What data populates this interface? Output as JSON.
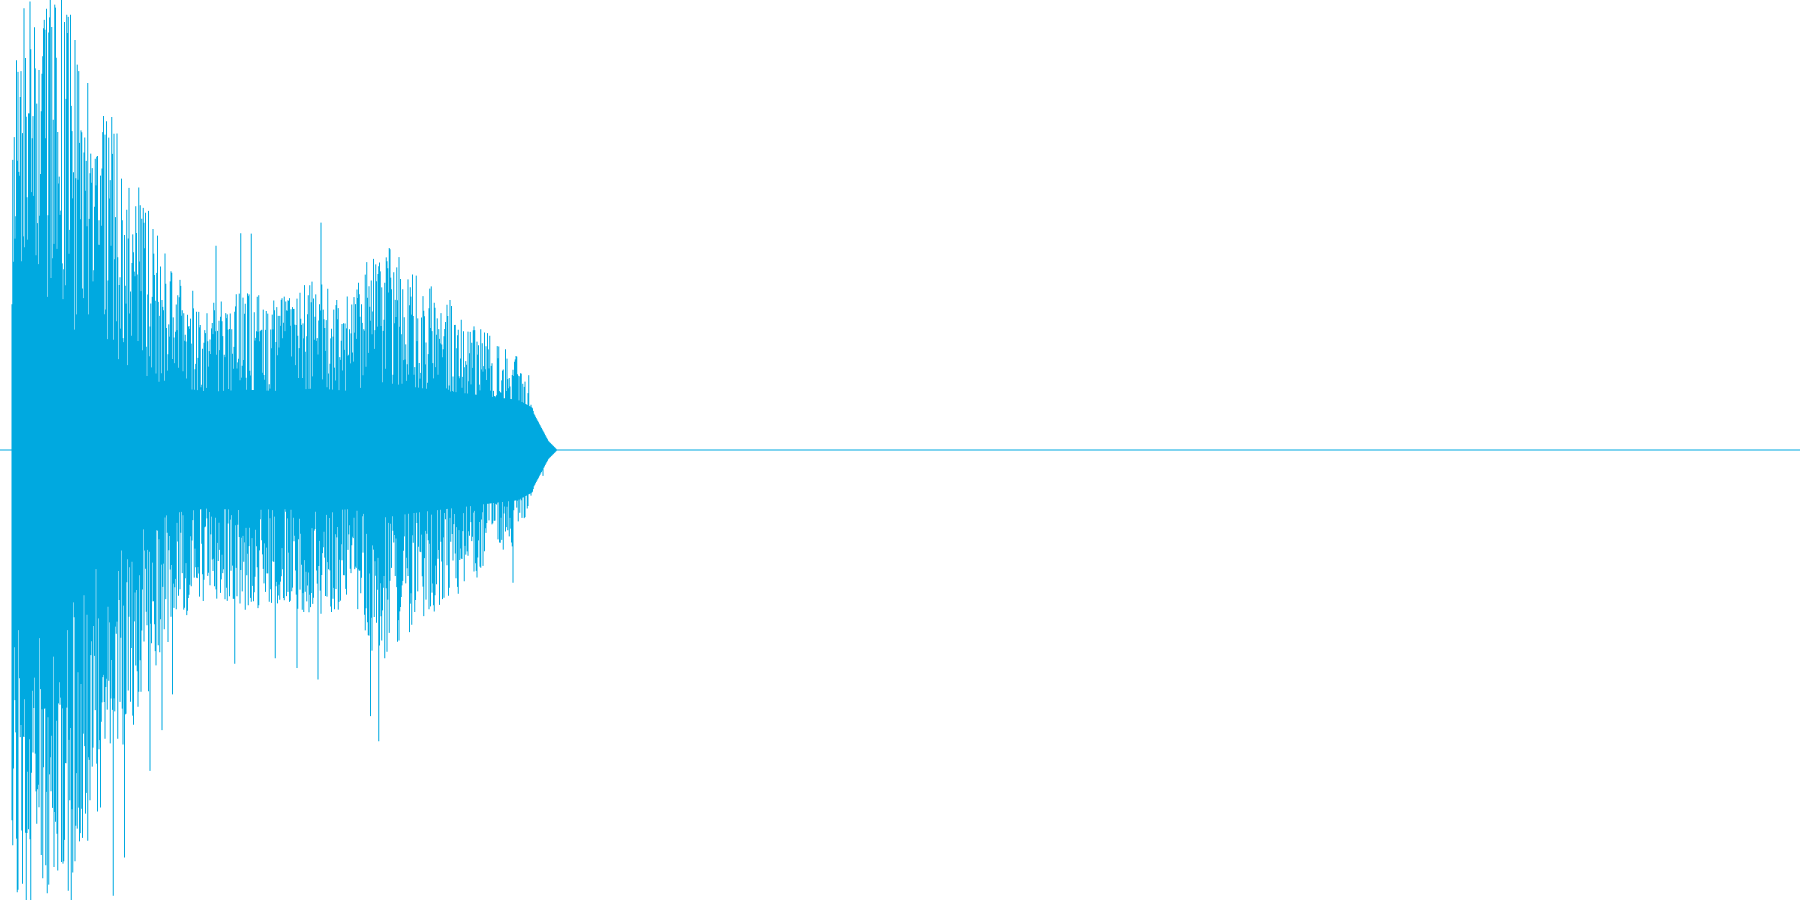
{
  "waveform": {
    "color": "#00a9e0",
    "background": "#ffffff",
    "duration_fraction_with_signal": 0.305,
    "peak_amplitude": 1.0,
    "description_of_envelope": [
      {
        "t": 0.0,
        "amp": 1.0
      },
      {
        "t": 0.005,
        "amp": 1.0
      },
      {
        "t": 0.03,
        "amp": 1.0
      },
      {
        "t": 0.045,
        "amp": 0.85
      },
      {
        "t": 0.06,
        "amp": 0.7
      },
      {
        "t": 0.075,
        "amp": 0.55
      },
      {
        "t": 0.09,
        "amp": 0.4
      },
      {
        "t": 0.11,
        "amp": 0.33
      },
      {
        "t": 0.13,
        "amp": 0.36
      },
      {
        "t": 0.15,
        "amp": 0.34
      },
      {
        "t": 0.17,
        "amp": 0.38
      },
      {
        "t": 0.19,
        "amp": 0.34
      },
      {
        "t": 0.205,
        "amp": 0.48
      },
      {
        "t": 0.23,
        "amp": 0.38
      },
      {
        "t": 0.25,
        "amp": 0.32
      },
      {
        "t": 0.27,
        "amp": 0.25
      },
      {
        "t": 0.283,
        "amp": 0.21
      },
      {
        "t": 0.292,
        "amp": 0.08
      },
      {
        "t": 0.3,
        "amp": 0.02
      },
      {
        "t": 0.305,
        "amp": 0.0
      }
    ]
  }
}
